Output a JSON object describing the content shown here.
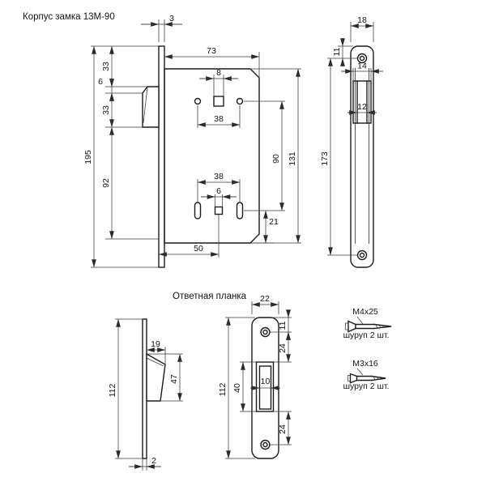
{
  "lock_body": {
    "title": "Корпус замка 13М-90",
    "main_view": {
      "dims": {
        "plate_thickness": "3",
        "top_to_latch": "33",
        "latch_bevel": "6",
        "latch_height": "33",
        "faceplate_height": "195",
        "mid_span": "92",
        "body_width": "73",
        "square_hole": "8",
        "top_holes_span": "38",
        "bottom_holes_span": "38",
        "bottom_square": "6",
        "bottom_offset": "21",
        "centers_span": "90",
        "body_height": "131",
        "backset": "50"
      }
    },
    "faceplate_view": {
      "dims": {
        "width": "18",
        "screw_offset": "11",
        "window_width": "14",
        "latch_width": "12",
        "screw_centers": "173"
      }
    }
  },
  "strike_plate": {
    "title": "Ответная планка",
    "side_view": {
      "dims": {
        "tongue_depth": "19",
        "tongue_height": "47",
        "plate_height": "112",
        "plate_thickness": "2"
      }
    },
    "front_view": {
      "dims": {
        "width": "22",
        "screw_offset": "11",
        "screw_to_window": "24",
        "window_height": "40",
        "hole_width": "10",
        "window_to_screw": "24",
        "plate_height": "112"
      }
    }
  },
  "hardware": {
    "screws": [
      {
        "label": "М4х25",
        "note": "шуруп 2 шт."
      },
      {
        "label": "М3х16",
        "note": "шуруп 2 шт."
      }
    ]
  }
}
